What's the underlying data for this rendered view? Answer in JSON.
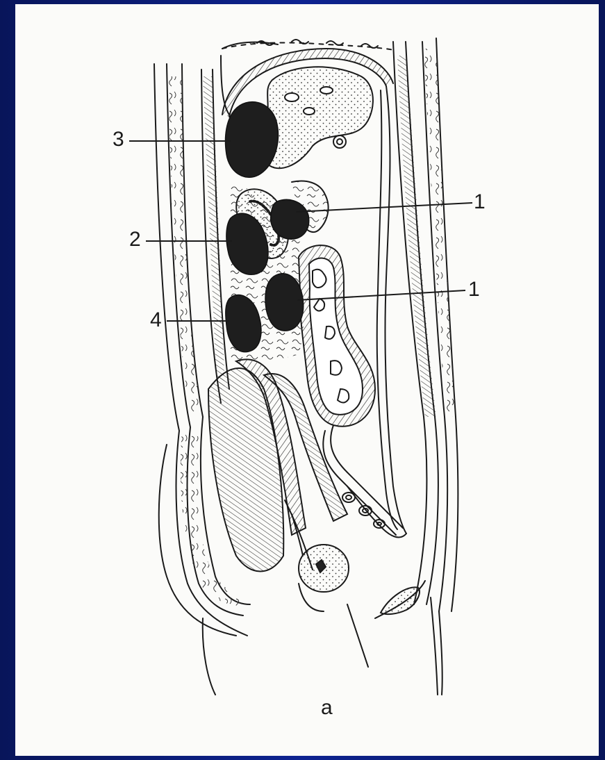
{
  "figure": {
    "labels": {
      "label_1_upper": "1",
      "label_1_lower": "1",
      "label_2": "2",
      "label_3": "3",
      "label_4": "4"
    },
    "caption": "a"
  },
  "colors": {
    "frame": "#0a1a6e",
    "paper": "#fbfbf9",
    "ink": "#1a1a1a",
    "dark_mass": "#1e1e1e"
  }
}
